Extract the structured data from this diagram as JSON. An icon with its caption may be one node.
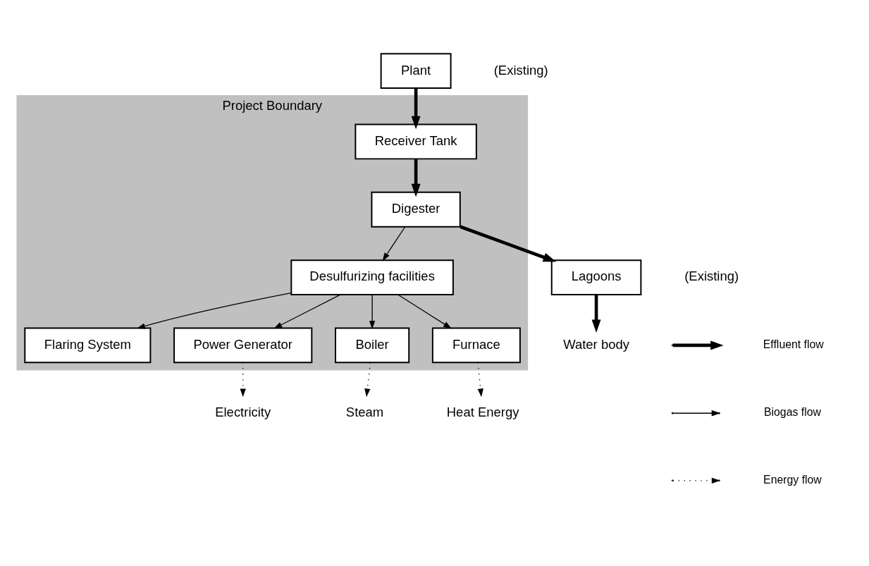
{
  "diagram": {
    "nodes": [
      {
        "text": [
          "Project Boundary"
        ]
      },
      {
        "text": [
          "Plant"
        ],
        "beside": [
          "(Existing)"
        ]
      },
      {
        "text": [
          "Receiver Tank"
        ],
        "in": 0
      },
      {
        "text": [
          "Digester"
        ],
        "in": 0
      },
      {
        "text": [
          "Desulfurizing facilities"
        ],
        "in": 0
      },
      {
        "text": [
          "Flaring System"
        ],
        "in": 0
      },
      {
        "text": [
          "Power Generator"
        ],
        "in": 0
      },
      {
        "text": [
          "Boiler"
        ],
        "in": 0
      },
      {
        "text": [
          "Furnace"
        ],
        "in": 0
      },
      {
        "text": [
          "Electricity"
        ]
      },
      {
        "text": [
          "Steam"
        ]
      },
      {
        "text": [
          "Heat Energy"
        ]
      },
      {
        "text": [
          "Lagoons"
        ],
        "beside": [
          "(Existing)"
        ]
      },
      {
        "text": [
          "Water body"
        ]
      }
    ],
    "edges": [
      {
        "from": 1,
        "to": 2,
        "arrow": "to",
        "style": "thick"
      },
      {
        "from": 2,
        "to": 3,
        "arrow": "to",
        "style": "thick"
      },
      {
        "from": 3,
        "to": 4,
        "arrow": "to"
      },
      {
        "from": 4,
        "to": 5,
        "arrow": "to"
      },
      {
        "from": 4,
        "to": 6,
        "arrow": "to"
      },
      {
        "from": 4,
        "to": 7,
        "arrow": "to"
      },
      {
        "from": 4,
        "to": 8,
        "arrow": "to"
      },
      {
        "from": 6,
        "to": 9,
        "arrow": "to",
        "style": "dashed"
      },
      {
        "from": 7,
        "to": 10,
        "arrow": "to",
        "style": "dashed"
      },
      {
        "from": 8,
        "to": 11,
        "arrow": "to",
        "style": "dashed"
      },
      {
        "from": 3,
        "to": 12,
        "arrow": "to",
        "style": "thick"
      },
      {
        "from": 12,
        "to": 13,
        "arrow": "to",
        "style": "thick"
      }
    ],
    "legend": [
      {
        "text": "Effluent flow"
      },
      {
        "text": "Biogas flow"
      },
      {
        "text": "Energy flow"
      }
    ]
  }
}
